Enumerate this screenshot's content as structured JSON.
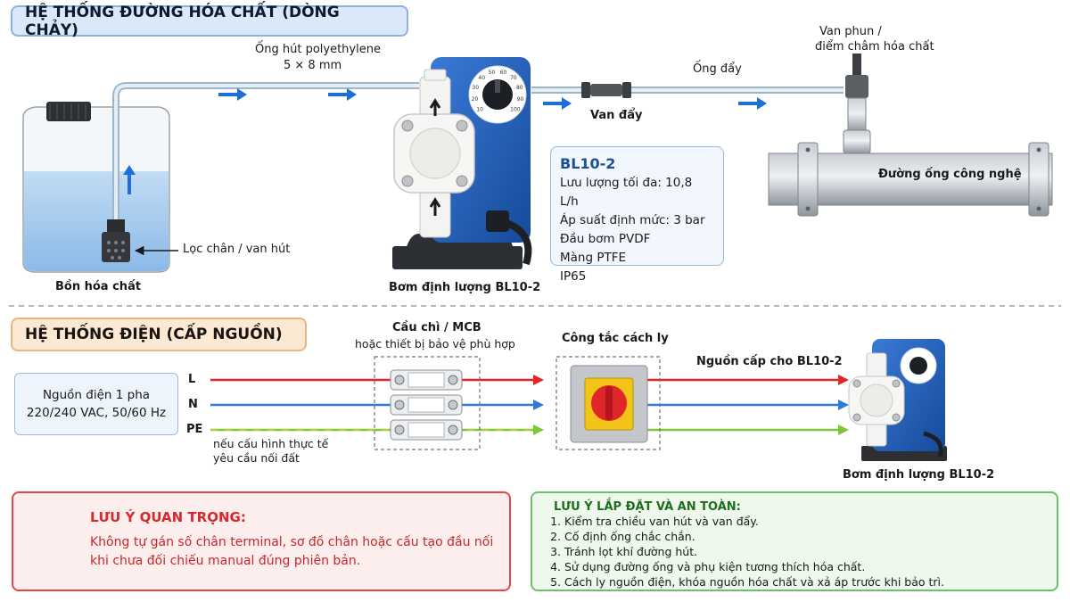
{
  "flow": {
    "header": "HỆ THỐNG ĐƯỜNG HÓA CHẤT (DÒNG CHẢY)",
    "tube_label_1": "Ống hút polyethylene",
    "tube_label_2": "5 × 8 mm",
    "injection_label_1": "Van phun /",
    "injection_label_2": "điểm châm hóa chất",
    "discharge_tube": "Ống đẩy",
    "discharge_valve": "Van đẩy",
    "process_pipe": "Đường ống công nghệ",
    "foot_filter": "Lọc chân / van hút",
    "tank": "Bồn hóa chất",
    "pump": "Bơm định lượng BL10-2",
    "dial_values": [
      "10",
      "20",
      "30",
      "40",
      "50",
      "60",
      "70",
      "80",
      "90",
      "100"
    ]
  },
  "spec": {
    "title": "BL10-2",
    "lines": [
      "Lưu lượng tối đa: 10,8 L/h",
      "Áp suất định mức: 3 bar",
      "Đầu bơm PVDF",
      "Màng PTFE",
      "IP65"
    ]
  },
  "power": {
    "header": "HỆ THỐNG ĐIỆN (CẤP NGUỒN)",
    "source_1": "Nguồn điện 1 pha",
    "source_2": "220/240 VAC, 50/60 Hz",
    "wire_l": "L",
    "wire_n": "N",
    "wire_pe": "PE",
    "pe_note_1": "nếu cấu hình thực tế",
    "pe_note_2": "yêu cầu nối đất",
    "fuse_1": "Cầu chì / MCB",
    "fuse_2": "hoặc thiết bị bảo vệ phù hợp",
    "switch": "Công tắc cách ly",
    "supply": "Nguồn cấp cho BL10-2",
    "pump": "Bơm định lượng BL10-2"
  },
  "warning": {
    "title": "LƯU Ý QUAN TRỌNG:",
    "line1": "Không tự gán số chân terminal, sơ đồ chân hoặc cấu tạo đầu nối",
    "line2": "khi chưa đối chiếu manual đúng phiên bản."
  },
  "notes": {
    "title": "LƯU Ý LẮP ĐẶT VÀ AN TOÀN:",
    "items": [
      "Kiểm tra chiều van hút và van đẩy.",
      "Cố định ống chắc chắn.",
      "Tránh lọt khí đường hút.",
      "Sử dụng đường ống và phụ kiện tương thích hóa chất.",
      "Cách ly nguồn điện, khóa nguồn hóa chất và xả áp trước khi bảo trì."
    ]
  },
  "colors": {
    "pump_blue": "#1f5fb8",
    "wire_l": "#e0262b",
    "wire_n": "#2f7ad8",
    "wire_pe": "#7fc53a",
    "warning_red": "#d42a2f",
    "note_green": "#1f6e1f"
  }
}
